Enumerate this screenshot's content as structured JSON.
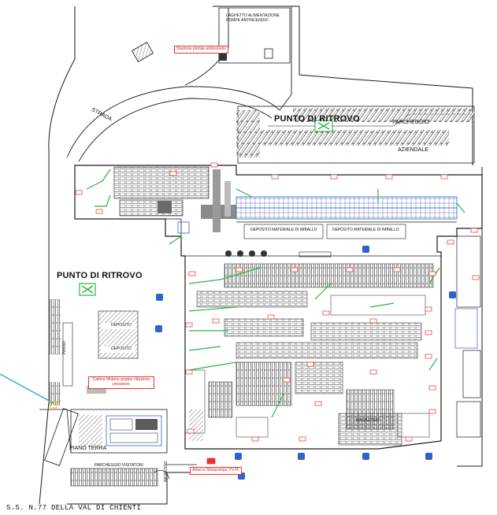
{
  "labels": {
    "laghetto": "LAGHETTO ALIMENTAZIONE POMPE ANTINCENDIO",
    "stazione_pompe": "Stazione pompe antincendio",
    "strada": "STRADA",
    "punto_ritrovo_north": "PUNTO DI RITROVO",
    "parcheggio": "PARCHEGGIO",
    "aziendale": "AZIENDALE",
    "punto_ritrovo_west": "PUNTO DI RITROVO",
    "cabina": "Cabina Metano gruppo riduzione pressione",
    "piano_terra": "PIANO TERRA",
    "parcheggio_visitatori": "PARCHEGGIO VISITATORI",
    "ingresso": "INGRESSO",
    "attacco": "Attacco Motopompa VV.FF.",
    "road": "S.S. N.77 DELLA VAL DI CHIENTI",
    "deposito_1": "DEPOSITO MATERIALE DI IMBALLO",
    "deposito_2": "DEPOSITO MATERIALE DI IMBALLO",
    "deposito_box1": "DEPOSITO",
    "deposito_box2": "DEPOSITO",
    "passo": "PASSO",
    "magazzino": "MAGAZZINO"
  },
  "colors": {
    "line": "#1a1a1a",
    "exit_green": "#2fb34a",
    "fire_red": "#e3342f",
    "equipment_blue": "#2f63c9",
    "pointer_cyan": "#2aa6d9"
  }
}
